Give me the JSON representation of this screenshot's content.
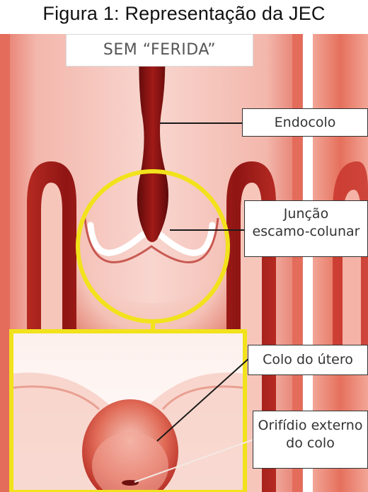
{
  "figure": {
    "title": "Figura 1: Representação da JEC"
  },
  "panel": {
    "top_label": "SEM “FERIDA”"
  },
  "labels": {
    "endocolo": "Endocolo",
    "jec_line1": "Junção",
    "jec_line2": "escamo-colunar",
    "colo": "Colo do útero",
    "orificio_line1": "Orifídio externo",
    "orificio_line2": "do colo"
  },
  "colors": {
    "tissue": "#e8887a",
    "tissue_light": "#f8ddd6",
    "canal_dark": "#7a0f10",
    "highlight_yellow": "#f2e21b",
    "right_panel": "#e66f5a"
  }
}
